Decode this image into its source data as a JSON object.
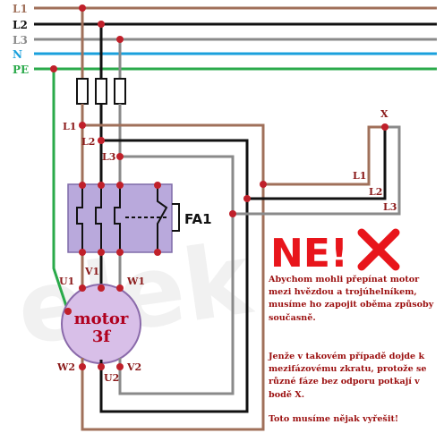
{
  "buses": [
    {
      "label": "L1",
      "color": "#a0705a"
    },
    {
      "label": "L2",
      "color": "#111111"
    },
    {
      "label": "L3",
      "color": "#8a8a8a"
    },
    {
      "label": "N",
      "color": "#1aa0dc"
    },
    {
      "label": "PE",
      "color": "#2aaa4a"
    }
  ],
  "terminals": {
    "l1": "L1",
    "l2": "L2",
    "l3": "L3",
    "x": "X",
    "right_l1": "L1",
    "right_l2": "L2",
    "right_l3": "L3",
    "v1": "V1",
    "u1": "U1",
    "w1": "W1",
    "w2": "W2",
    "u2": "U2",
    "v2": "V2"
  },
  "contactor": {
    "label": "FA1"
  },
  "motor": {
    "line1": "motor",
    "line2": "3f"
  },
  "warning": {
    "title": "NE!",
    "icon": "cross-icon"
  },
  "notes": {
    "paragraph1": "Abychom mohli přepínat motor mezi hvězdou a trojúhelníkem, musíme ho zapojit oběma způsoby současně.",
    "paragraph2": "Jenže v takovém případě dojde k mezifázovému zkratu, protože se různé fáze bez odporu potkají v bodě X.",
    "paragraph3": "Toto musíme nějak vyřešit!"
  },
  "colors": {
    "terminal_dot": "#c0202a",
    "contactor_fill": "#b9a9dc",
    "motor_fill": "#d8bfe8",
    "warning_red": "#e8151b"
  }
}
